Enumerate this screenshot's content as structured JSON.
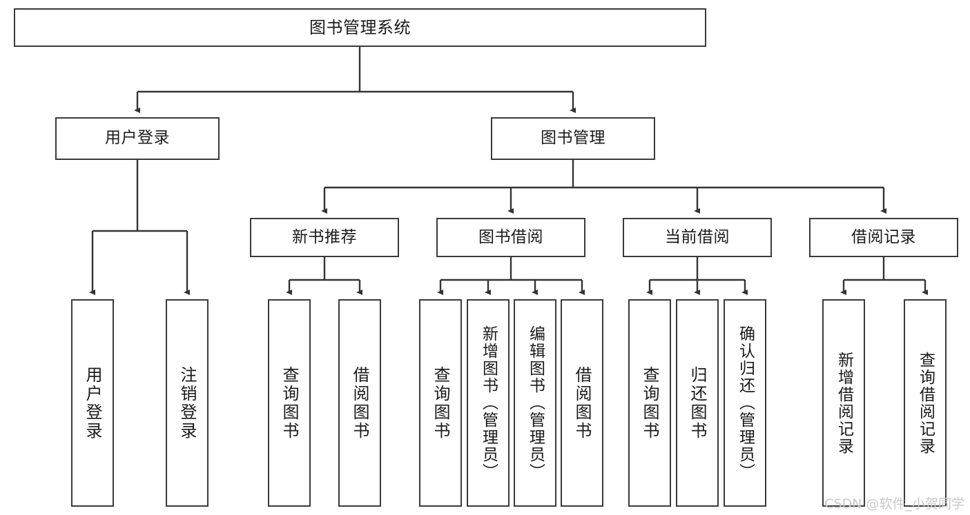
{
  "diagram": {
    "type": "tree",
    "title": "图书管理系统",
    "watermark": "CSDN @软件_小贺同学",
    "colors": {
      "box_border": "#3a3a3a",
      "box_fill": "#ffffff",
      "connector": "#333333",
      "text": "#1a1a1a",
      "watermark": "#c9c9c9"
    },
    "root": {
      "label": "图书管理系统"
    },
    "level2": [
      {
        "label": "用户登录"
      },
      {
        "label": "图书管理"
      }
    ],
    "level3": [
      {
        "label": "新书推荐"
      },
      {
        "label": "图书借阅"
      },
      {
        "label": "当前借阅"
      },
      {
        "label": "借阅记录"
      }
    ],
    "leaves": {
      "user_login": [
        {
          "label": "用户登录"
        },
        {
          "label": "注销登录"
        }
      ],
      "new_book_recommend": [
        {
          "label": "查询图书"
        },
        {
          "label": "借阅图书"
        }
      ],
      "book_borrow": [
        {
          "label": "查询图书"
        },
        {
          "label": "新增图书（管理员）"
        },
        {
          "label": "编辑图书（管理员）"
        },
        {
          "label": "借阅图书"
        }
      ],
      "current_borrow": [
        {
          "label": "查询图书"
        },
        {
          "label": "归还图书"
        },
        {
          "label": "确认归还（管理员）"
        }
      ],
      "borrow_record": [
        {
          "label": "新增借阅记录"
        },
        {
          "label": "查询借阅记录"
        }
      ]
    }
  }
}
